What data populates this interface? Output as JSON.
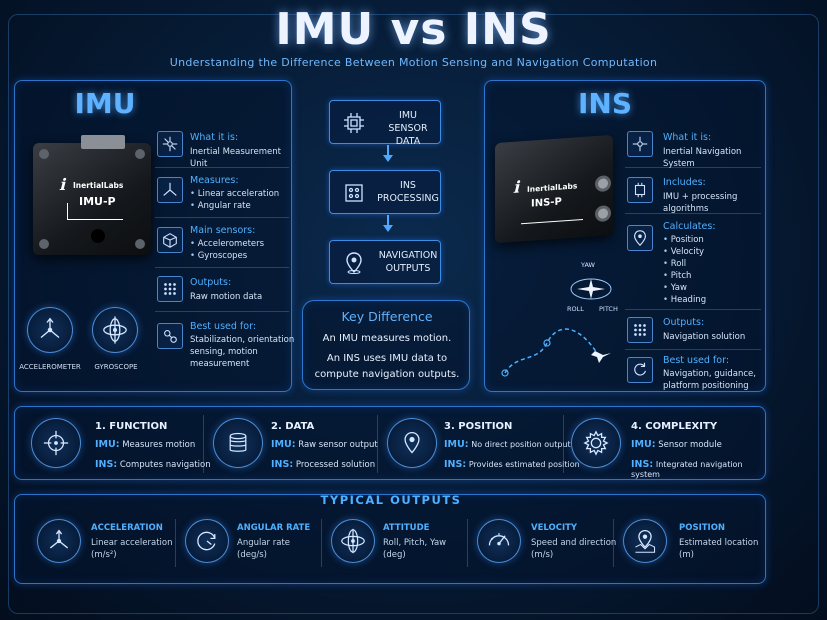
{
  "title": "IMU vs INS",
  "subtitle": "Understanding the Difference Between Motion Sensing and Navigation Computation",
  "imu": {
    "label": "IMU",
    "device_brand": "InertialLabs",
    "device_model": "IMU-P",
    "sensors": [
      {
        "label": "ACCELEROMETER",
        "icon": "accelerometer-icon"
      },
      {
        "label": "GYROSCOPE",
        "icon": "gyroscope-icon"
      }
    ],
    "info": [
      {
        "title": "What it is:",
        "lines": [
          "Inertial Measurement Unit"
        ],
        "bullets": [],
        "icon": "network-icon"
      },
      {
        "title": "Measures:",
        "lines": [],
        "bullets": [
          "Linear acceleration",
          "Angular rate"
        ],
        "icon": "axes-icon"
      },
      {
        "title": "Main sensors:",
        "lines": [],
        "bullets": [
          "Accelerometers",
          "Gyroscopes"
        ],
        "icon": "chip-cube-icon"
      },
      {
        "title": "Outputs:",
        "lines": [
          "Raw motion data"
        ],
        "bullets": [],
        "icon": "grid-icon"
      },
      {
        "title": "Best used for:",
        "lines": [
          "Stabilization, orientation",
          "sensing, motion measurement"
        ],
        "bullets": [],
        "icon": "gear-network-icon"
      }
    ]
  },
  "ins": {
    "label": "INS",
    "device_brand": "InertialLabs",
    "device_model": "INS-P",
    "attitude_labels": {
      "yaw": "YAW",
      "roll": "ROLL",
      "pitch": "PITCH"
    },
    "info": [
      {
        "title": "What it is:",
        "lines": [
          "Inertial Navigation System"
        ],
        "bullets": [],
        "icon": "network-icon"
      },
      {
        "title": "Includes:",
        "lines": [
          "IMU + processing algorithms"
        ],
        "bullets": [],
        "icon": "chip-icon"
      },
      {
        "title": "Calculates:",
        "lines": [],
        "bullets": [
          "Position",
          "Velocity",
          "Roll",
          "Pitch",
          "Yaw",
          "Heading"
        ],
        "icon": "location-pin-icon"
      },
      {
        "title": "Outputs:",
        "lines": [
          "Navigation solution"
        ],
        "bullets": [],
        "icon": "grid-icon"
      },
      {
        "title": "Best used for:",
        "lines": [
          "Navigation, guidance,",
          "platform positioning"
        ],
        "bullets": [],
        "icon": "refresh-pin-icon"
      }
    ]
  },
  "flow": [
    {
      "line1": "IMU",
      "line2": "SENSOR DATA",
      "icon": "chip-icon"
    },
    {
      "line1": "INS",
      "line2": "PROCESSING",
      "icon": "processor-icon"
    },
    {
      "line1": "NAVIGATION",
      "line2": "OUTPUTS",
      "icon": "location-pin-icon"
    }
  ],
  "key_difference": {
    "title": "Key Difference",
    "line1": "An IMU measures motion.",
    "line2": "An INS uses IMU data to",
    "line3": "compute navigation outputs."
  },
  "comparison": [
    {
      "title": "1. FUNCTION",
      "imu_key": "IMU:",
      "imu": "Measures motion",
      "ins_key": "INS:",
      "ins": "Computes navigation",
      "icon": "crosshair-icon"
    },
    {
      "title": "2. DATA",
      "imu_key": "IMU:",
      "imu": "Raw sensor output",
      "ins_key": "INS:",
      "ins": "Processed solution",
      "icon": "database-icon"
    },
    {
      "title": "3. POSITION",
      "imu_key": "IMU:",
      "imu": "No direct position output",
      "ins_key": "INS:",
      "ins": "Provides estimated position",
      "icon": "location-pin-icon"
    },
    {
      "title": "4. COMPLEXITY",
      "imu_key": "IMU:",
      "imu": "Sensor module",
      "ins_key": "INS:",
      "ins": "Integrated navigation system",
      "icon": "gear-icon"
    }
  ],
  "typical_outputs": {
    "title": "TYPICAL OUTPUTS",
    "items": [
      {
        "title": "ACCELERATION",
        "line1": "Linear acceleration",
        "line2": "(m/s²)",
        "icon": "acceleration-icon"
      },
      {
        "title": "ANGULAR RATE",
        "line1": "Angular rate",
        "line2": "(deg/s)",
        "icon": "angular-rate-icon"
      },
      {
        "title": "ATTITUDE",
        "line1": "Roll, Pitch, Yaw",
        "line2": "(deg)",
        "icon": "attitude-icon"
      },
      {
        "title": "VELOCITY",
        "line1": "Speed and direction",
        "line2": "(m/s)",
        "icon": "speedometer-icon"
      },
      {
        "title": "POSITION",
        "line1": "Estimated location",
        "line2": "(m)",
        "icon": "map-pin-icon"
      }
    ]
  },
  "colors": {
    "accent": "#4fb0ff",
    "background": "#061a33",
    "panel_border": "#3c96ff"
  }
}
